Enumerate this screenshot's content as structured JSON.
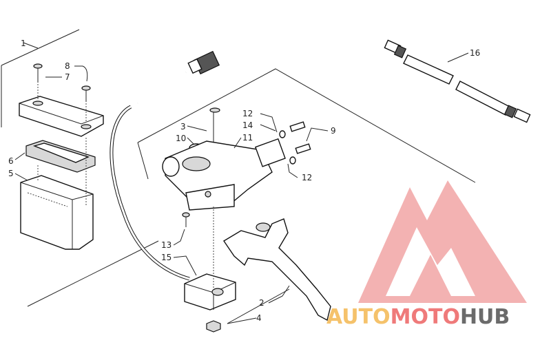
{
  "callouts": [
    "1",
    "2",
    "3",
    "4",
    "5",
    "6",
    "7",
    "8",
    "9",
    "10",
    "11",
    "12",
    "12",
    "13",
    "14",
    "15",
    "16"
  ],
  "watermark": {
    "part1": "AUTO",
    "part2": "MOTO",
    "part3": "HUB",
    "color1": "#f5c26b",
    "color2": "#ef7a7a",
    "color3": "#6b6b6b"
  }
}
